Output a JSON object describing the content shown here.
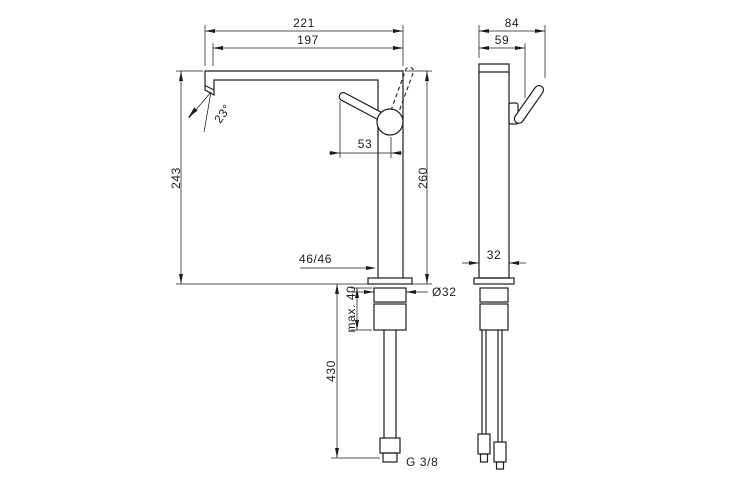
{
  "page": {
    "background": "#ffffff",
    "line_color": "#1d1d1b",
    "content": "technical dimension drawing of a tall single-lever basin mixer faucet, front view and side view"
  },
  "drawing": {
    "views": {
      "front": {
        "name": "front-view",
        "dimensions": {
          "overall_projection": "221",
          "spout_reach": "197",
          "outlet_height": "243",
          "body_height": "260",
          "outlet_angle": "23°",
          "handle_offset": "53",
          "base_label": "46/46",
          "hole_diameter": "Ø32",
          "max_counter_thickness": "max. 40",
          "install_depth": "430",
          "thread_size": "G 3/8"
        }
      },
      "side": {
        "name": "side-view",
        "dimensions": {
          "overall_depth": "84",
          "upper_depth": "59",
          "base_depth": "32"
        }
      }
    }
  }
}
